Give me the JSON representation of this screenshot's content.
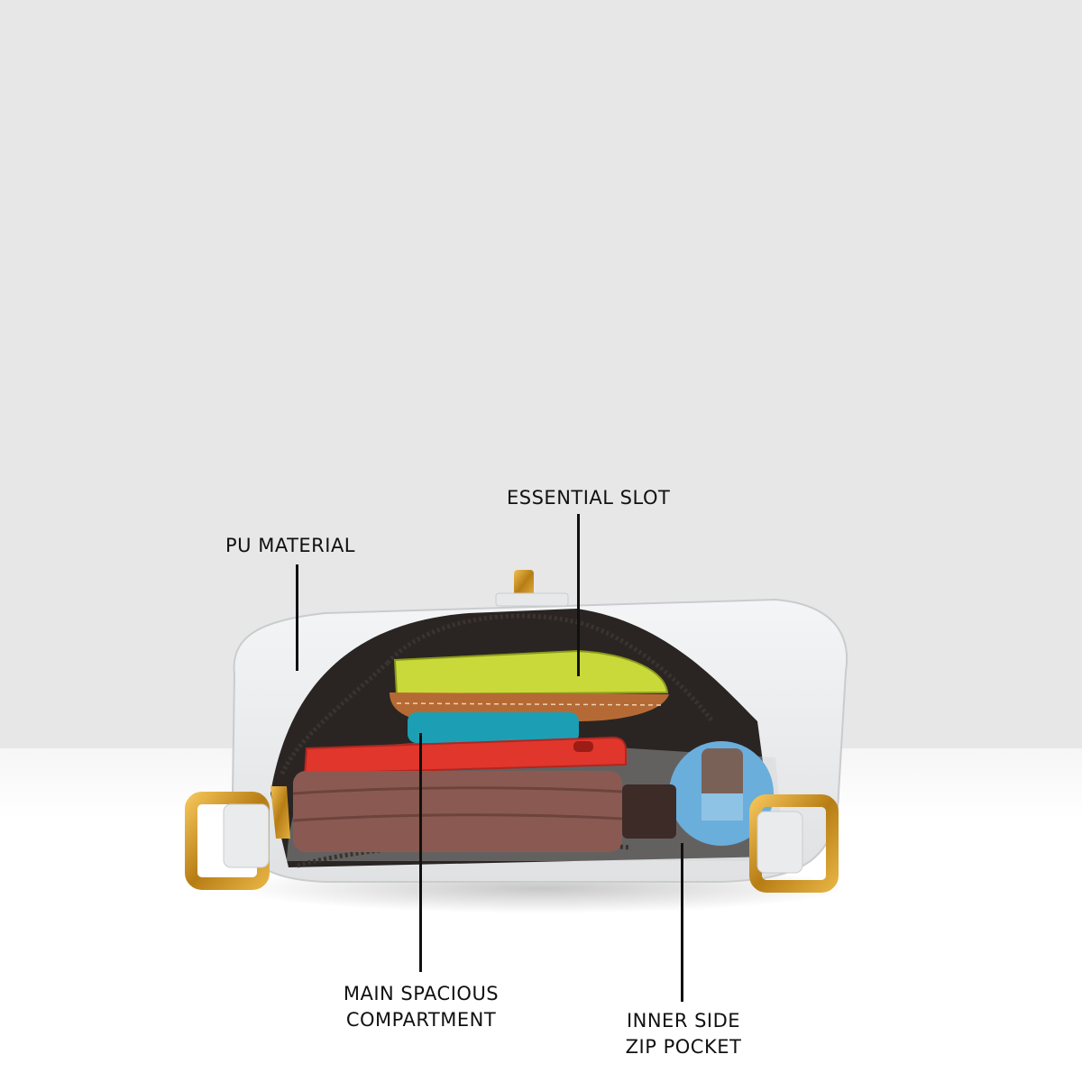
{
  "callouts": {
    "essential_slot": "ESSENTIAL SLOT",
    "pu_material": "PU MATERIAL",
    "main_compartment_line1": "MAIN SPACIOUS",
    "main_compartment_line2": "COMPARTMENT",
    "inner_pocket_line1": "INNER SIDE",
    "inner_pocket_line2": "ZIP POCKET"
  },
  "colors": {
    "wall": "#e7e7e7",
    "floor": "#ffffff",
    "bag_body": "#eceef0",
    "bag_lining": "#cfd2d4",
    "hardware_gold": "#c8901c",
    "notebook_lime": "#c9d93a",
    "pouch_tan": "#b56a35",
    "case_teal": "#1c9fb5",
    "phone_red": "#e0362c",
    "wallet_brown": "#8a5a52",
    "bottle_blue": "#6aaedc"
  }
}
